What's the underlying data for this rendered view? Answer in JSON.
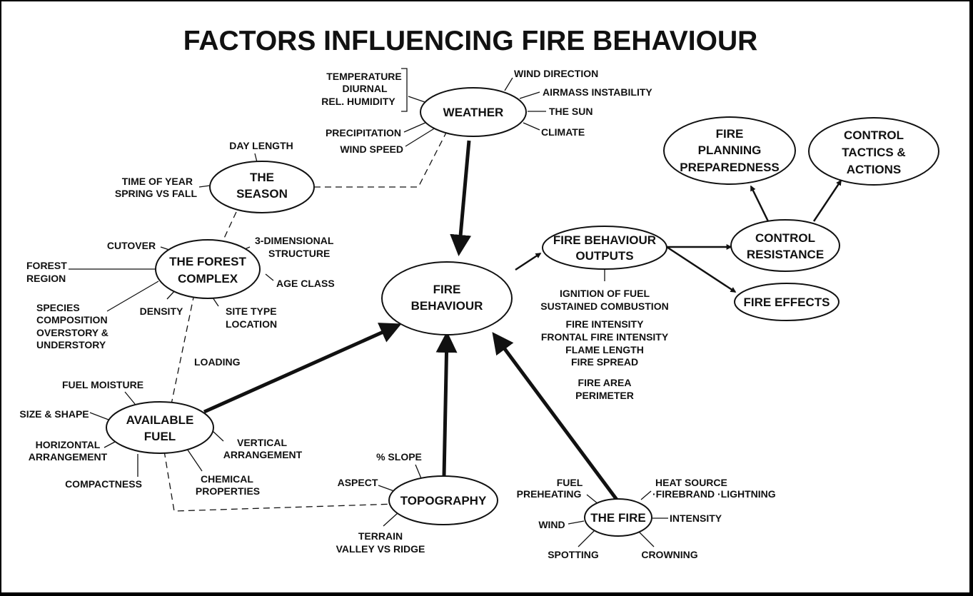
{
  "title": "FACTORS INFLUENCING FIRE BEHAVIOUR",
  "nodes": {
    "weather": "WEATHER",
    "season": [
      "THE",
      "SEASON"
    ],
    "forest_complex": [
      "THE FOREST",
      "COMPLEX"
    ],
    "fire_behaviour": [
      "FIRE",
      "BEHAVIOUR"
    ],
    "available_fuel": [
      "AVAILABLE",
      "FUEL"
    ],
    "topography": "TOPOGRAPHY",
    "the_fire": "THE FIRE",
    "fire_behaviour_outputs": [
      "FIRE BEHAVIOUR",
      "OUTPUTS"
    ],
    "control_resistance": [
      "CONTROL",
      "RESISTANCE"
    ],
    "fire_effects": "FIRE EFFECTS",
    "fire_planning": [
      "FIRE",
      "PLANNING",
      "PREPAREDNESS"
    ],
    "control_tactics": [
      "CONTROL",
      "TACTICS &",
      "ACTIONS"
    ]
  },
  "weather_factors": {
    "bracket_group": [
      "TEMPERATURE",
      "DIURNAL",
      "REL. HUMIDITY"
    ],
    "wind_direction": "WIND DIRECTION",
    "airmass_instability": "AIRMASS INSTABILITY",
    "the_sun": "THE SUN",
    "climate": "CLIMATE",
    "precipitation": "PRECIPITATION",
    "wind_speed": "WIND SPEED"
  },
  "season_factors": {
    "day_length": "DAY LENGTH",
    "time_of_year": [
      "TIME OF YEAR",
      "SPRING VS FALL"
    ]
  },
  "forest_factors": {
    "cutover": "CUTOVER",
    "structure": [
      "3-DIMENSIONAL",
      "STRUCTURE"
    ],
    "forest_region": [
      "FOREST",
      "REGION"
    ],
    "age_class": "AGE CLASS",
    "species": [
      "SPECIES",
      "COMPOSITION",
      "OVERSTORY &",
      "UNDERSTORY"
    ],
    "density": "DENSITY",
    "site_type": [
      "SITE TYPE",
      "LOCATION"
    ]
  },
  "fuel_factors": {
    "loading": "LOADING",
    "fuel_moisture": "FUEL MOISTURE",
    "size_shape": "SIZE & SHAPE",
    "horizontal": [
      "HORIZONTAL",
      "ARRANGEMENT"
    ],
    "vertical": [
      "VERTICAL",
      "ARRANGEMENT"
    ],
    "compactness": "COMPACTNESS",
    "chemical": [
      "CHEMICAL",
      "PROPERTIES"
    ]
  },
  "topography_factors": {
    "slope": "% SLOPE",
    "aspect": "ASPECT",
    "terrain": [
      "TERRAIN",
      "VALLEY VS RIDGE"
    ]
  },
  "fire_factors": {
    "fuel_preheating": [
      "FUEL",
      "PREHEATING"
    ],
    "heat_source": [
      "HEAT SOURCE",
      "·FIREBRAND ·LIGHTNING"
    ],
    "wind": "WIND",
    "intensity": "INTENSITY",
    "spotting": "SPOTTING",
    "crowning": "CROWNING"
  },
  "outputs_list": {
    "group1": [
      "IGNITION OF FUEL",
      "SUSTAINED COMBUSTION"
    ],
    "group2": [
      "FIRE INTENSITY",
      "FRONTAL FIRE INTENSITY",
      "FLAME LENGTH",
      "FIRE SPREAD"
    ],
    "group3": [
      "FIRE AREA",
      "PERIMETER"
    ]
  }
}
